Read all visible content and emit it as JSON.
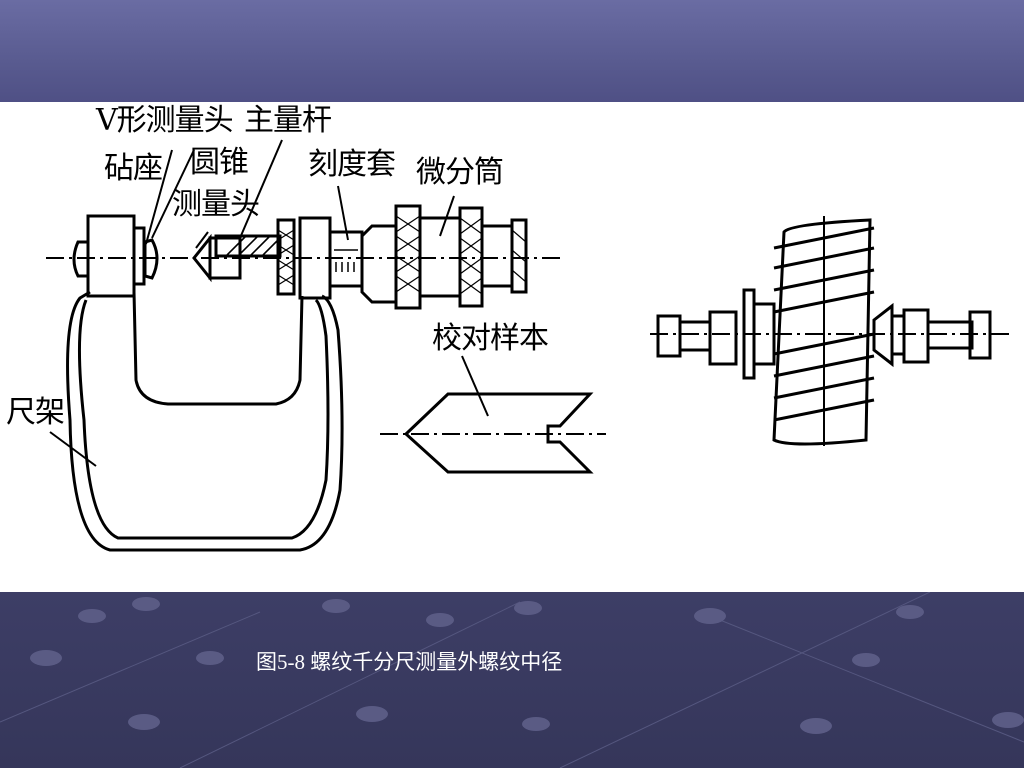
{
  "slide": {
    "caption": "图5-8  螺纹千分尺测量外螺纹中径",
    "colors": {
      "band": "#595b90",
      "bottom": "#35365a",
      "figure_bg": "#ffffff"
    }
  },
  "diagram": {
    "labels": {
      "v_probe": "V形测量头",
      "main_spindle": "主量杆",
      "anvil_seat": "砧座",
      "cone": "圆锥",
      "probe": "测量头",
      "sleeve": "刻度套",
      "thimble": "微分筒",
      "gauge_sample": "校对样本",
      "frame": "尺架"
    }
  }
}
